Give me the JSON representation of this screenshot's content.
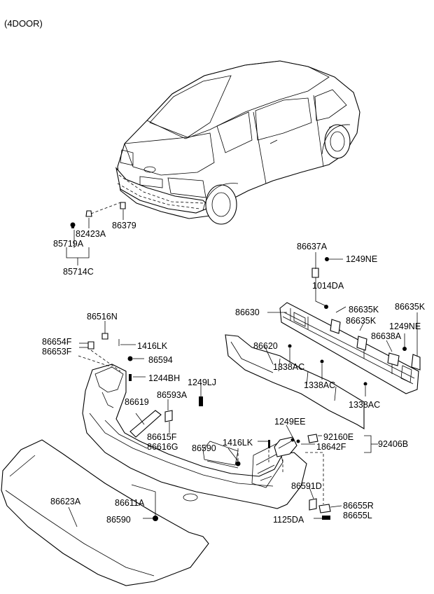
{
  "header": {
    "variant": "(4DOOR)"
  },
  "parts": [
    {
      "id": "p1",
      "label": "86379"
    },
    {
      "id": "p2",
      "label": "82423A"
    },
    {
      "id": "p3",
      "label": "85719A"
    },
    {
      "id": "p4",
      "label": "85714C"
    },
    {
      "id": "p5",
      "label": "86637A"
    },
    {
      "id": "p6",
      "label": "1249NE"
    },
    {
      "id": "p7",
      "label": "1014DA"
    },
    {
      "id": "p8",
      "label": "86630"
    },
    {
      "id": "p9",
      "label": "86635K"
    },
    {
      "id": "p10",
      "label": "86635K"
    },
    {
      "id": "p11",
      "label": "86635K"
    },
    {
      "id": "p12",
      "label": "1249NE"
    },
    {
      "id": "p13",
      "label": "86638A"
    },
    {
      "id": "p14",
      "label": "86620"
    },
    {
      "id": "p15",
      "label": "1338AC"
    },
    {
      "id": "p16",
      "label": "1338AC"
    },
    {
      "id": "p17",
      "label": "1338AC"
    },
    {
      "id": "p18",
      "label": "86516N"
    },
    {
      "id": "p19",
      "label": "86654F"
    },
    {
      "id": "p20",
      "label": "86653F"
    },
    {
      "id": "p21",
      "label": "1416LK"
    },
    {
      "id": "p22",
      "label": "86594"
    },
    {
      "id": "p23",
      "label": "1244BH"
    },
    {
      "id": "p24",
      "label": "1249LJ"
    },
    {
      "id": "p25",
      "label": "86593A"
    },
    {
      "id": "p26",
      "label": "86619"
    },
    {
      "id": "p27",
      "label": "86615F"
    },
    {
      "id": "p28",
      "label": "86616G"
    },
    {
      "id": "p29",
      "label": "1249EE"
    },
    {
      "id": "p30",
      "label": "92160E"
    },
    {
      "id": "p31",
      "label": "92406B"
    },
    {
      "id": "p32",
      "label": "18642F"
    },
    {
      "id": "p33",
      "label": "86590"
    },
    {
      "id": "p34",
      "label": "1416LK"
    },
    {
      "id": "p35",
      "label": "86591D"
    },
    {
      "id": "p36",
      "label": "86655R"
    },
    {
      "id": "p37",
      "label": "86655L"
    },
    {
      "id": "p38",
      "label": "1125DA"
    },
    {
      "id": "p39",
      "label": "86623A"
    },
    {
      "id": "p40",
      "label": "86611A"
    },
    {
      "id": "p41",
      "label": "86590"
    }
  ]
}
